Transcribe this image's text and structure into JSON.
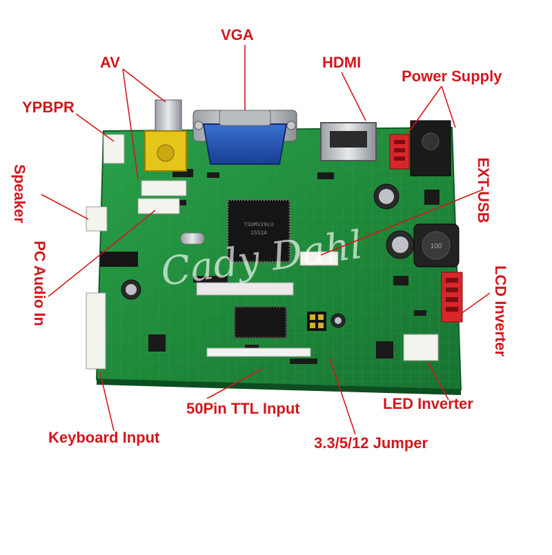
{
  "labels": {
    "vga": "VGA",
    "av": "AV",
    "hdmi": "HDMI",
    "power_supply": "Power  Supply",
    "ypbpr": "YPBPR",
    "speaker": "Speaker",
    "ext_usb": "EXT-USB",
    "pc_audio_in": "PC Audio In",
    "lcd_inverter": "LCD Inverter",
    "ttl_input": "50Pin TTL Input",
    "led_inverter": "LED Inverter",
    "keyboard_input": "Keyboard Input",
    "jumper": "3.3/5/12 Jumper"
  },
  "board": {
    "chip_marking_1": "TSUMV29LU",
    "chip_marking_2": "1552A",
    "inductor_marking": "100",
    "watermark": "Cady Dahl"
  },
  "colors": {
    "label": "#d4161b",
    "pcb": "#1f8a3a",
    "vga_connector": "#1e4fae",
    "av_jack": "#e6c51a",
    "red_header": "#d8262b"
  }
}
